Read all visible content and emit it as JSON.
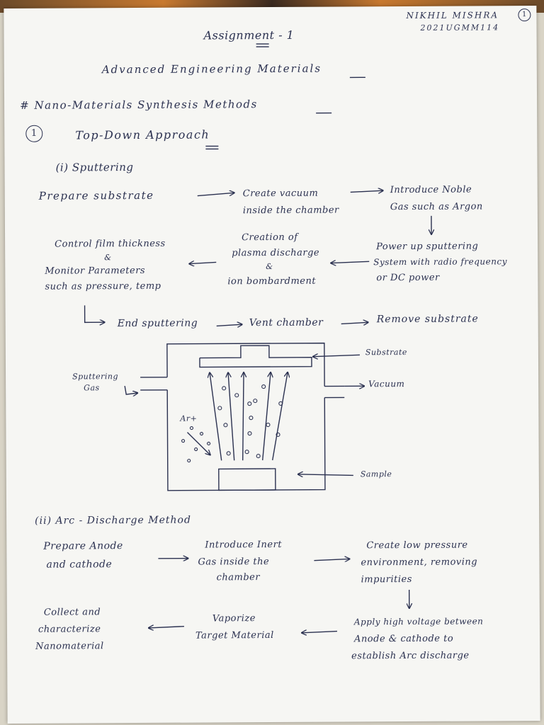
{
  "header": {
    "name": "NIKHIL MISHRA",
    "page_no": "1",
    "roll": "2021UGMM114"
  },
  "title": "Assignment - 1",
  "subject": "Advanced Engineering Materials",
  "topic": "# Nano-Materials Synthesis Methods",
  "section1": {
    "number": "1",
    "title": "Top-Down Approach",
    "sub1_title": "(i) Sputtering",
    "flow": {
      "s1": "Prepare substrate",
      "s2a": "Create vacuum",
      "s2b": "inside the chamber",
      "s3a": "Introduce Noble",
      "s3b": "Gas such as Argon",
      "s4a": "Power up sputtering",
      "s4b": "System with radio frequency",
      "s4c": "or DC power",
      "s5a": "Creation of",
      "s5b": "plasma discharge",
      "s5c": "&",
      "s5d": "ion bombardment",
      "s6a": "Control film thickness",
      "s6b": "&",
      "s6c": "Monitor Parameters",
      "s6d": "such as pressure, temp",
      "s7": "End sputtering",
      "s8": "Vent chamber",
      "s9": "Remove substrate"
    },
    "diagram": {
      "substrate": "Substrate",
      "vacuum": "Vacuum",
      "sample": "Sample",
      "gas1": "Sputtering",
      "gas2": "Gas",
      "ion": "Ar+"
    }
  },
  "section2": {
    "title": "(ii) Arc - Discharge Method",
    "flow": {
      "a1a": "Prepare Anode",
      "a1b": "and cathode",
      "a2a": "Introduce Inert",
      "a2b": "Gas inside the",
      "a2c": "chamber",
      "a3a": "Create low pressure",
      "a3b": "environment, removing",
      "a3c": "impurities",
      "a4a": "Apply high voltage between",
      "a4b": "Anode & cathode to",
      "a4c": "establish Arc discharge",
      "a5a": "Vaporize",
      "a5b": "Target Material",
      "a6a": "Collect and",
      "a6b": "characterize",
      "a6c": "Nanomaterial"
    }
  }
}
